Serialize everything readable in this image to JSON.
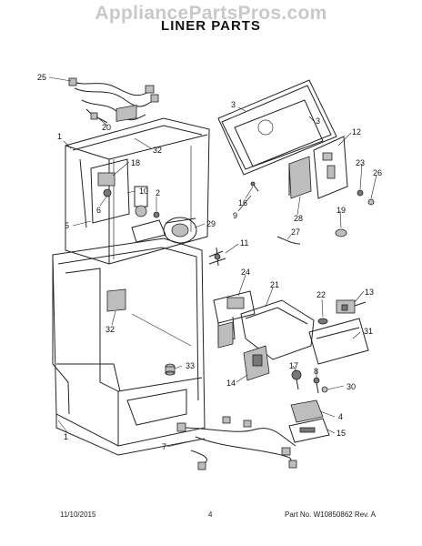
{
  "header": {
    "watermark": "AppliancePartsPros.com",
    "title": "LINER PARTS"
  },
  "footer": {
    "date": "11/10/2015",
    "page": "4",
    "part_info": "Part No. W10850862  Rev. A"
  },
  "callouts": [
    "25",
    "20",
    "1",
    "32",
    "18",
    "10",
    "2",
    "6",
    "5",
    "29",
    "3",
    "3",
    "12",
    "23",
    "26",
    "16",
    "9",
    "28",
    "19",
    "27",
    "11",
    "24",
    "21",
    "13",
    "22",
    "32",
    "31",
    "33",
    "8",
    "17",
    "14",
    "30",
    "4",
    "15",
    "1",
    "7"
  ],
  "colors": {
    "line": "#222222",
    "watermark": "#c9c9c9",
    "shade": "#bdbdbd"
  }
}
